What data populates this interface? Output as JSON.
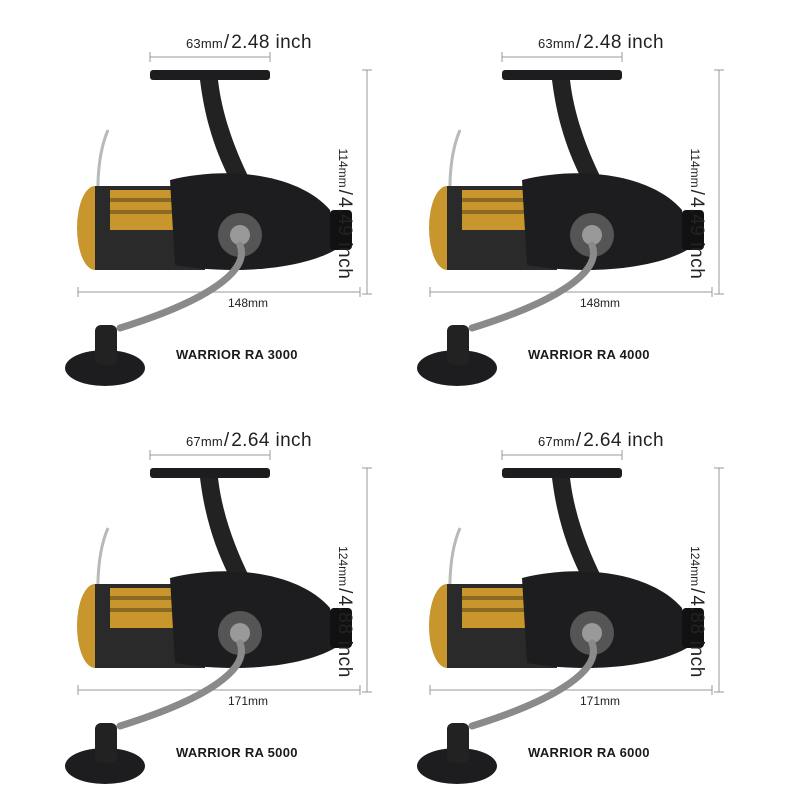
{
  "reels": [
    {
      "model": "WARRIOR RA 3000",
      "top_mm": "63mm",
      "top_inch": "2.48 inch",
      "side_mm": "114mm",
      "side_inch": "4.49 inch",
      "bottom_mm": "148mm"
    },
    {
      "model": "WARRIOR RA 4000",
      "top_mm": "63mm",
      "top_inch": "2.48 inch",
      "side_mm": "114mm",
      "side_inch": "4.49 inch",
      "bottom_mm": "148mm"
    },
    {
      "model": "WARRIOR RA 5000",
      "top_mm": "67mm",
      "top_inch": "2.64 inch",
      "side_mm": "124mm",
      "side_inch": "4.88 inch",
      "bottom_mm": "171mm"
    },
    {
      "model": "WARRIOR RA 6000",
      "top_mm": "67mm",
      "top_inch": "2.64 inch",
      "side_mm": "124mm",
      "side_inch": "4.88 inch",
      "bottom_mm": "171mm"
    }
  ],
  "separator": "/",
  "icons": {
    "reel": "spinning-reel-icon"
  },
  "colors": {
    "body": "#1d1d1f",
    "spool_gold": "#c9962e",
    "handle_metal": "#8a8a8a"
  }
}
